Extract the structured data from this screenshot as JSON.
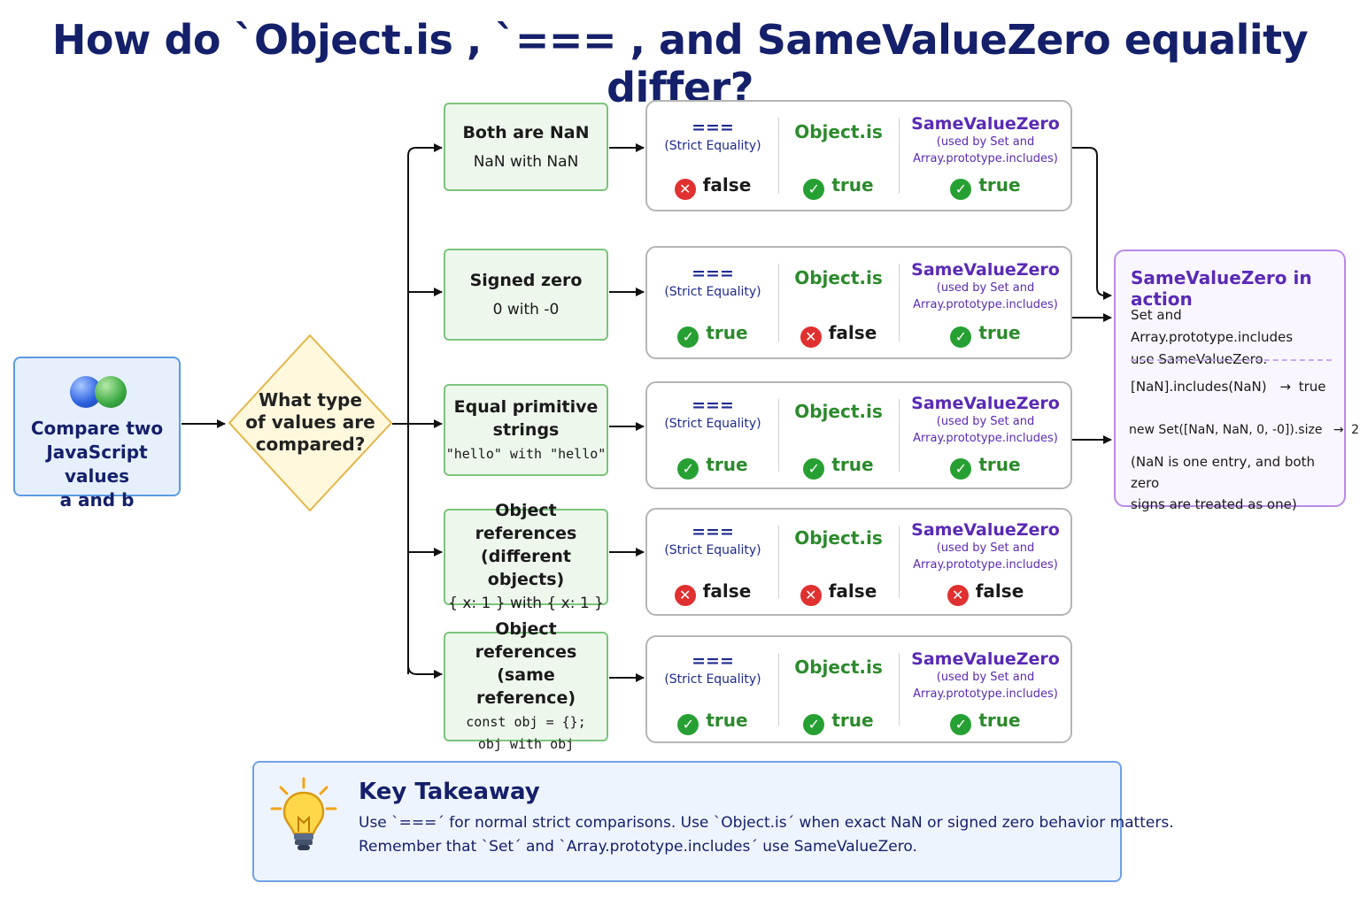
{
  "title": "How do `Object.is , `=== , and SameValueZero equality differ?",
  "start": {
    "text_line1": "Compare two",
    "text_line2": "JavaScript values",
    "text_line3": "a  and b"
  },
  "decision": {
    "line1": "What type",
    "line2": "of values are",
    "line3": "compared?"
  },
  "labels": {
    "strict": "===",
    "strict_sub": "(Strict Equality)",
    "objectis": "Object.is",
    "svz": "SameValueZero",
    "svz_sub1": "(used by Set and",
    "svz_sub2": "Array.prototype.includes)"
  },
  "cases": [
    {
      "title": "Both are NaN",
      "sub": "NaN with NaN",
      "strict": "false",
      "objectis": "true",
      "svz": "true"
    },
    {
      "title": "Signed zero",
      "sub": "0 with -0",
      "strict": "true",
      "objectis": "false",
      "svz": "true"
    },
    {
      "title1": "Equal primitive",
      "title2": "strings",
      "sub": "\"hello\" with \"hello\"",
      "strict": "true",
      "objectis": "true",
      "svz": "true"
    },
    {
      "title1": "Object references",
      "title2": "(different objects)",
      "sub": "{ x: 1 } with { x: 1 }",
      "strict": "false",
      "objectis": "false",
      "svz": "false"
    },
    {
      "title1": "Object references",
      "title2": "(same reference)",
      "sub1": "const obj = {};",
      "sub2": "obj with obj",
      "strict": "true",
      "objectis": "true",
      "svz": "true"
    }
  ],
  "icons": {
    "true": "check-circle-icon",
    "false": "x-circle-icon"
  },
  "side": {
    "title": "SameValueZero in action",
    "para1": "Set and Array.prototype.includes",
    "para2": "use SameValueZero.",
    "ex1_code": "[NaN].includes(NaN)",
    "ex1_arrow": "→",
    "ex1_result": "true",
    "ex2_code": "new Set([NaN, NaN, 0, -0]).size",
    "ex2_arrow": "→",
    "ex2_result": "2",
    "note1": "(NaN is one entry, and both zero",
    "note2": "signs are treated as one)"
  },
  "takeaway": {
    "title": "Key Takeaway",
    "line1": "Use `===´ for normal strict comparisons. Use `Object.is´ when exact NaN or signed zero behavior matters.",
    "line2": "Remember that `Set´ and `Array.prototype.includes´ use SameValueZero."
  },
  "colors": {
    "navy": "#15206b",
    "green": "#2c8a2c",
    "purple": "#5a2ab5",
    "red": "#e03030",
    "case_border": "#7cc47c",
    "case_fill": "#edf7ec"
  }
}
